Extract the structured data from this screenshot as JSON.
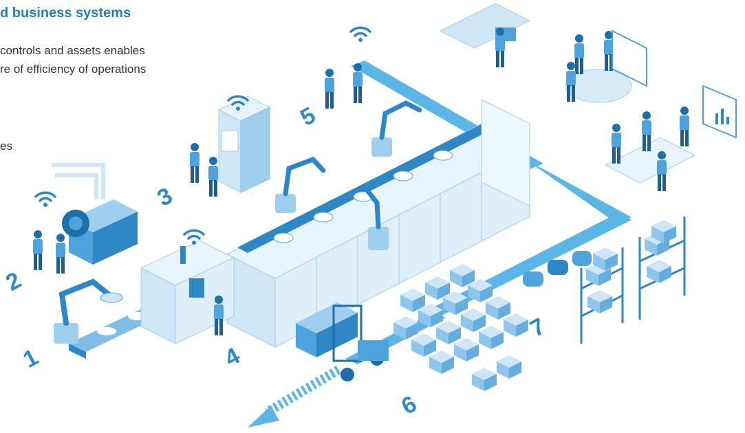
{
  "heading": "d business systems",
  "intro_lines": [
    "controls and assets enables",
    "re of efficiency of operations"
  ],
  "cut_text": "es",
  "step_numbers": [
    "1",
    "2",
    "3",
    "4",
    "5",
    "6",
    "7"
  ],
  "colors": {
    "brand": "#1d83c0",
    "path": "#5bb6e6",
    "machine_light": "#d6ebf8",
    "machine_mid": "#9fcfee",
    "machine_dark": "#2e86c4"
  },
  "icons": [
    "wifi-icon",
    "arrow-left-down-icon"
  ]
}
